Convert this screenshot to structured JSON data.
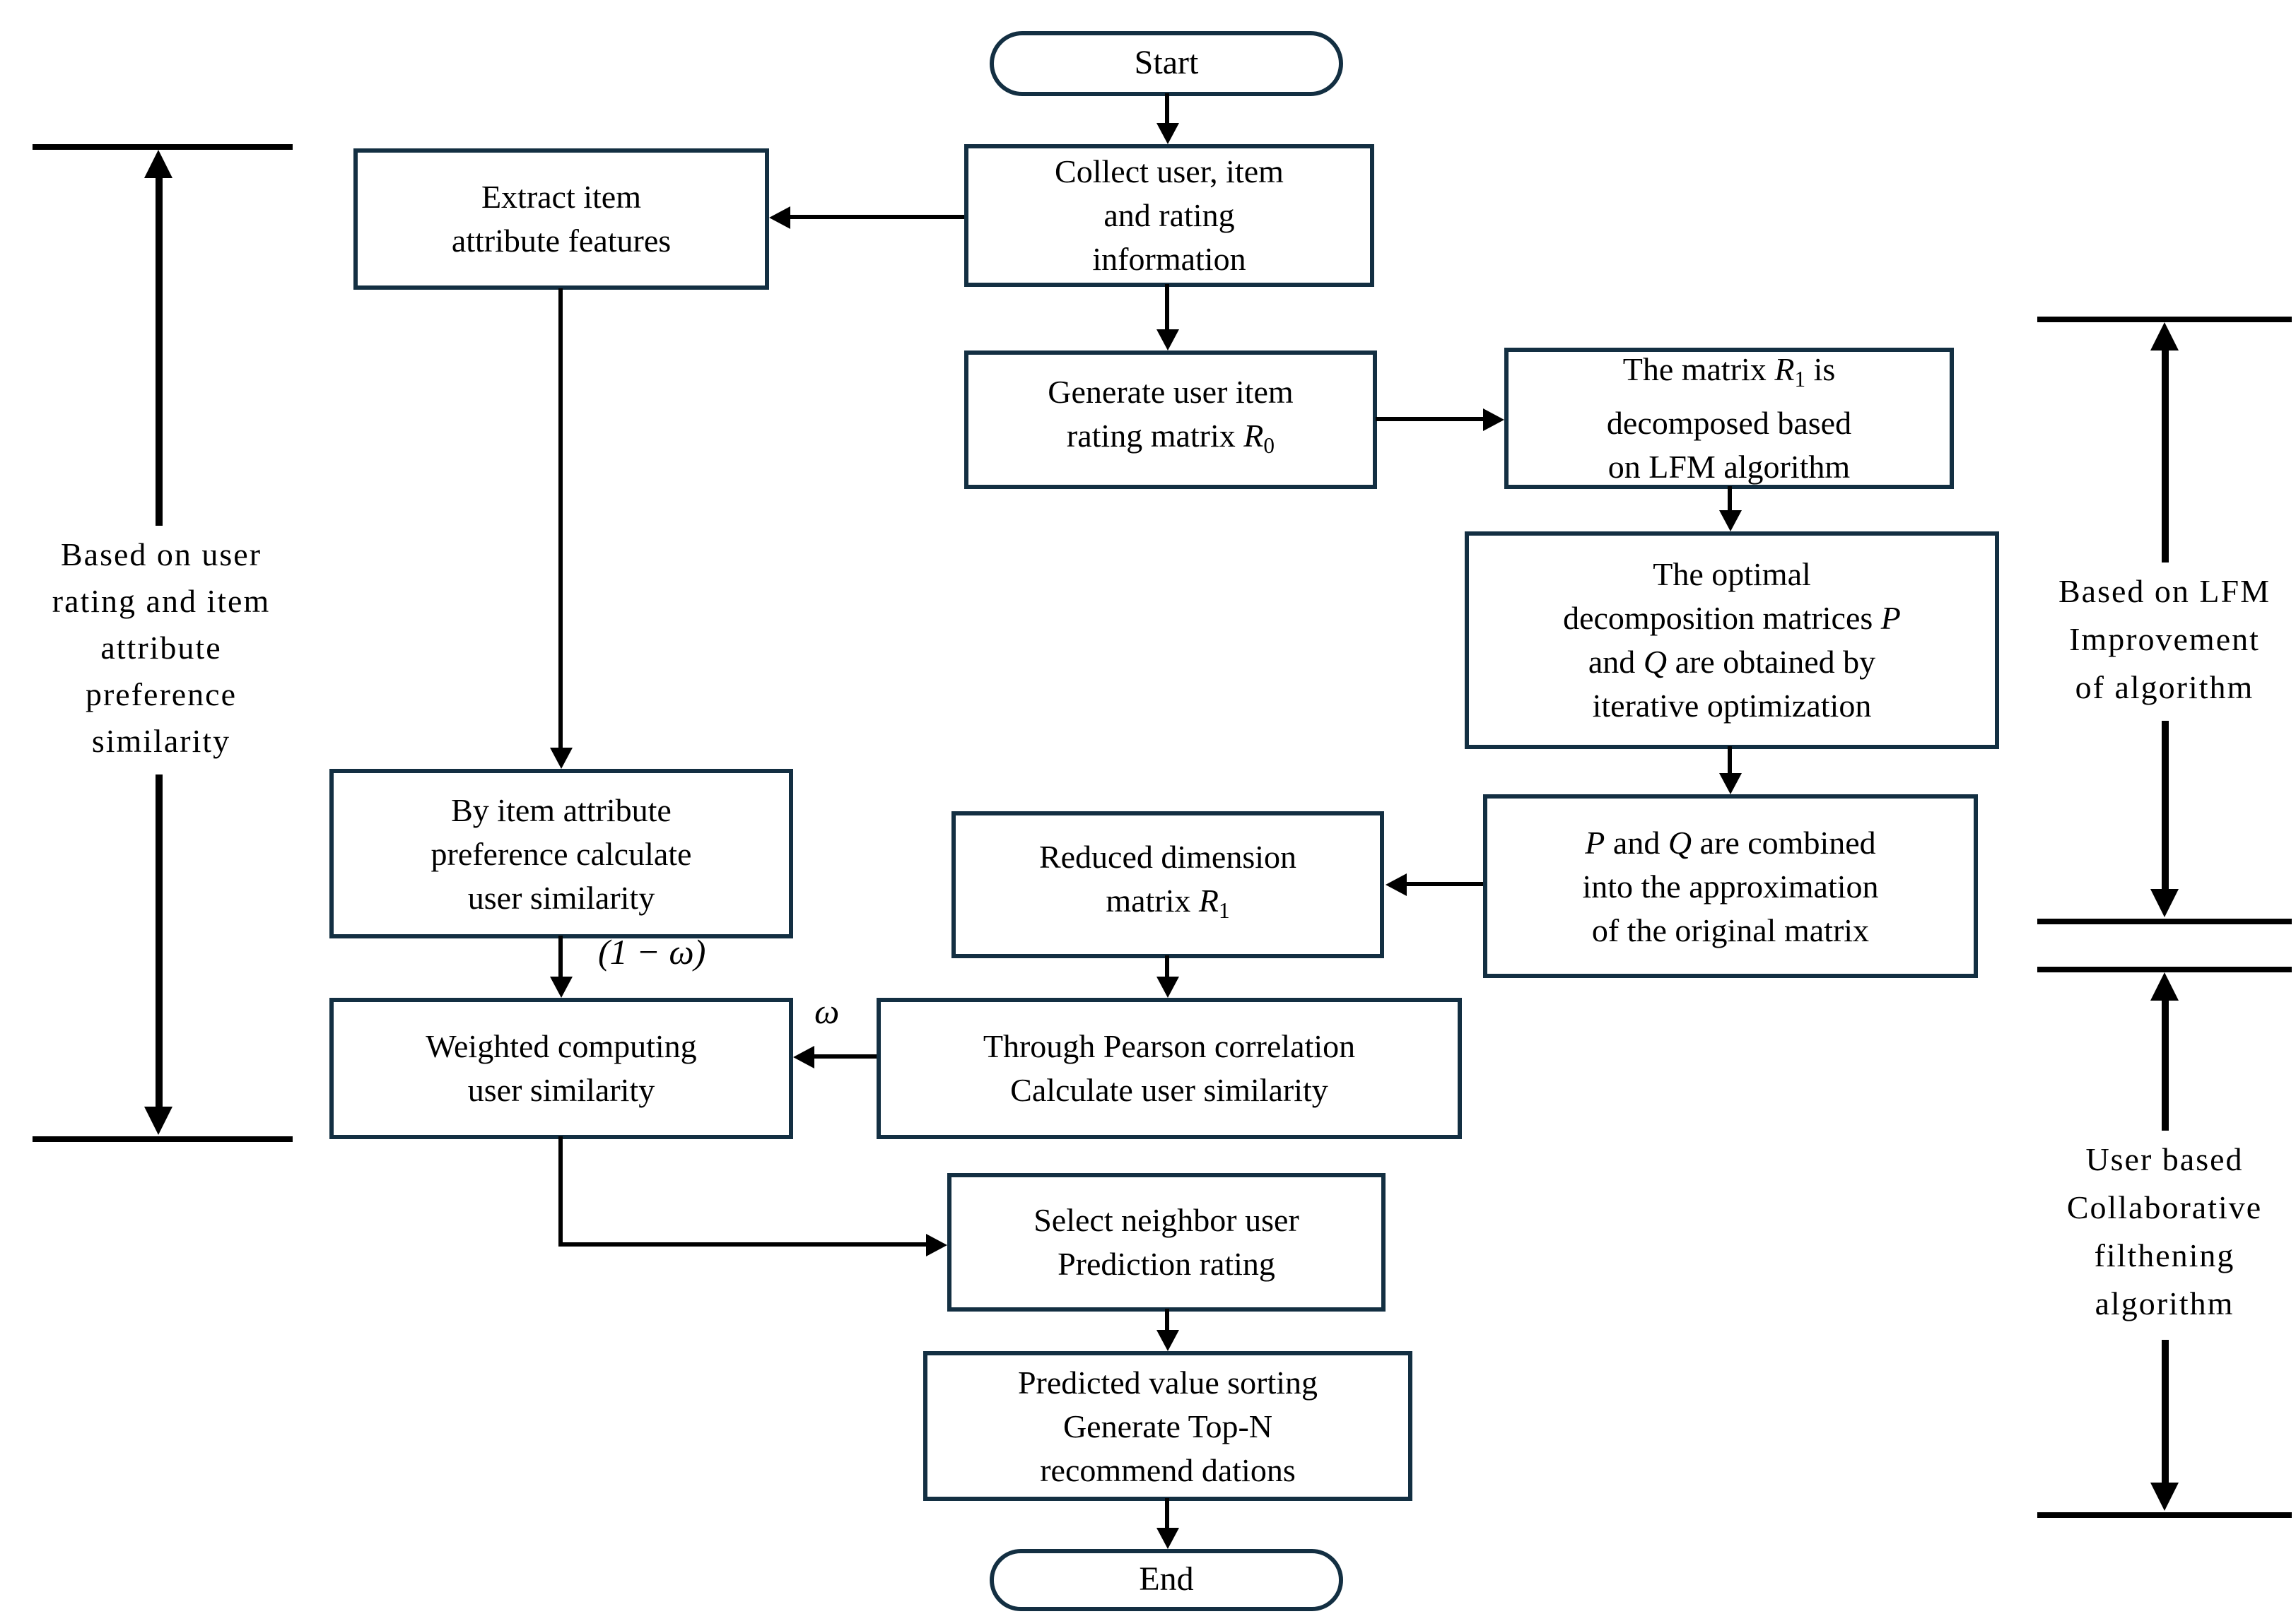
{
  "palette": {
    "box_border": "#132f42",
    "box_fill": "#ffffff",
    "arrow": "#000000",
    "text": "#000000",
    "background": "#ffffff"
  },
  "nodes": {
    "start": {
      "label": "Start"
    },
    "collect": {
      "lines": [
        [
          {
            "t": "Collect user, item"
          }
        ],
        [
          {
            "t": "and rating"
          }
        ],
        [
          {
            "t": "information"
          }
        ]
      ]
    },
    "extract": {
      "lines": [
        [
          {
            "t": "Extract item"
          }
        ],
        [
          {
            "t": "attribute features"
          }
        ]
      ]
    },
    "generate": {
      "lines": [
        [
          {
            "t": "Generate user item"
          }
        ],
        [
          {
            "t": "rating matrix "
          },
          {
            "t": "R",
            "i": 1
          },
          {
            "t": "0",
            "sub": 1
          }
        ]
      ]
    },
    "matrix_r1": {
      "lines": [
        [
          {
            "t": "The matrix "
          },
          {
            "t": "R",
            "i": 1
          },
          {
            "t": "1",
            "sub": 1
          },
          {
            "t": " is"
          }
        ],
        [
          {
            "t": "decomposed based"
          }
        ],
        [
          {
            "t": "on LFM algorithm"
          }
        ]
      ]
    },
    "optimal": {
      "lines": [
        [
          {
            "t": "The optimal"
          }
        ],
        [
          {
            "t": "decomposition matrices "
          },
          {
            "t": "P",
            "i": 1
          }
        ],
        [
          {
            "t": "and "
          },
          {
            "t": "Q",
            "i": 1
          },
          {
            "t": " are obtained by"
          }
        ],
        [
          {
            "t": "iterative optimization"
          }
        ]
      ]
    },
    "pq_combined": {
      "lines": [
        [
          {
            "t": "P",
            "i": 1
          },
          {
            "t": " and "
          },
          {
            "t": "Q",
            "i": 1
          },
          {
            "t": " are combined"
          }
        ],
        [
          {
            "t": "into the approximation"
          }
        ],
        [
          {
            "t": "of the original matrix"
          }
        ]
      ]
    },
    "reduced": {
      "lines": [
        [
          {
            "t": "Reduced dimension"
          }
        ],
        [
          {
            "t": "matrix "
          },
          {
            "t": "R",
            "i": 1
          },
          {
            "t": "1",
            "sub": 1
          }
        ]
      ]
    },
    "by_item": {
      "lines": [
        [
          {
            "t": "By item attribute"
          }
        ],
        [
          {
            "t": "preference calculate"
          }
        ],
        [
          {
            "t": "user similarity"
          }
        ]
      ]
    },
    "weighted": {
      "lines": [
        [
          {
            "t": "Weighted computing"
          }
        ],
        [
          {
            "t": "user similarity"
          }
        ]
      ]
    },
    "pearson": {
      "lines": [
        [
          {
            "t": "Through Pearson correlation"
          }
        ],
        [
          {
            "t": "Calculate user similarity"
          }
        ]
      ]
    },
    "select": {
      "lines": [
        [
          {
            "t": "Select neighbor user"
          }
        ],
        [
          {
            "t": "Prediction rating"
          }
        ]
      ]
    },
    "predicted": {
      "lines": [
        [
          {
            "t": "Predicted value sorting"
          }
        ],
        [
          {
            "t": "Generate Top-N"
          }
        ],
        [
          {
            "t": "recommend dations"
          }
        ]
      ]
    },
    "end": {
      "label": "End"
    }
  },
  "edge_labels": {
    "one_minus_omega": "(1 − ω)",
    "omega": "ω"
  },
  "annotations": {
    "left": {
      "text": "Based on user\nrating and item\nattribute\npreference\nsimilarity"
    },
    "right_top": {
      "text": "Based on LFM\nImprovement\nof algorithm"
    },
    "right_bottom": {
      "text": "User based\nCollaborative\nfilthening\nalgorithm"
    }
  }
}
